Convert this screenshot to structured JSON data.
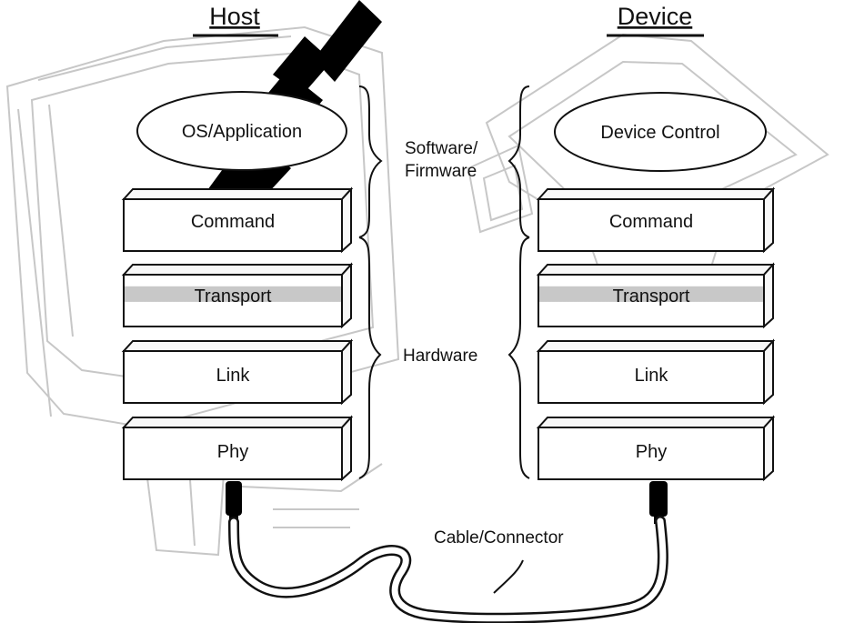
{
  "host": {
    "title": "Host",
    "top_label": "OS/Application",
    "layers": [
      "Command",
      "Transport",
      "Link",
      "Phy"
    ]
  },
  "device": {
    "title": "Device",
    "top_label": "Device Control",
    "layers": [
      "Command",
      "Transport",
      "Link",
      "Phy"
    ]
  },
  "middle": {
    "software_line1": "Software/",
    "software_line2": "Firmware",
    "hardware": "Hardware"
  },
  "cable_label": "Cable/Connector"
}
